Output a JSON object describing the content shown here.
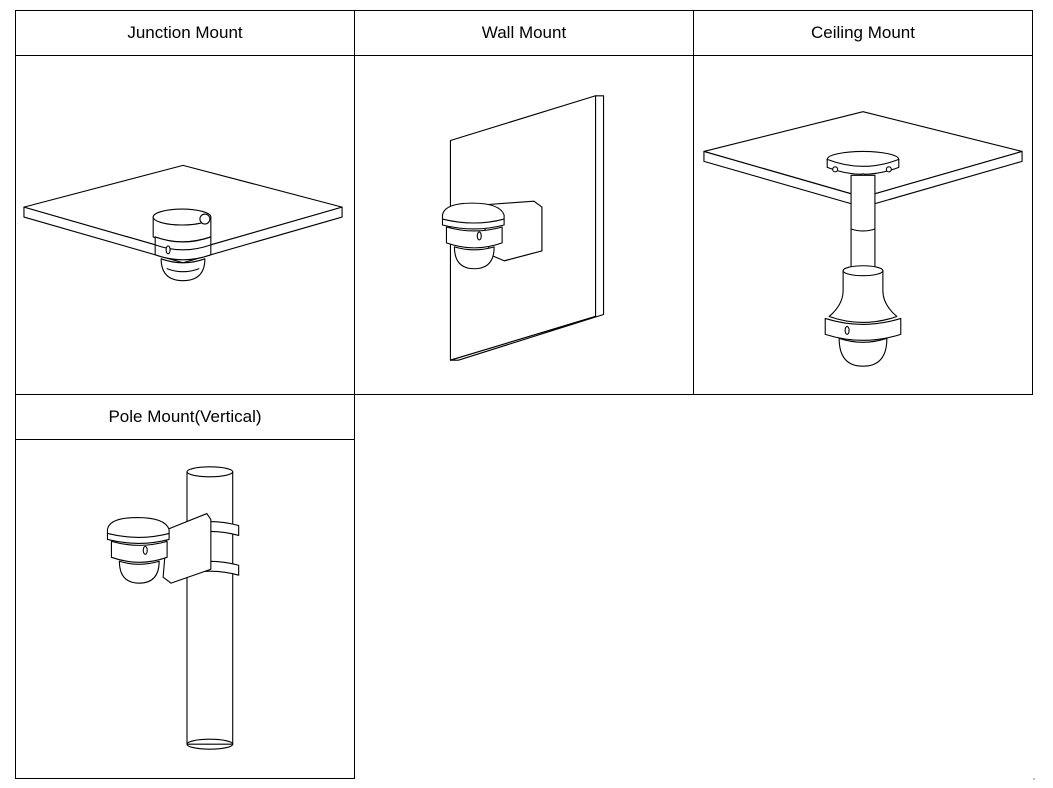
{
  "mounts": [
    {
      "id": "junction",
      "title": "Junction Mount"
    },
    {
      "id": "wall",
      "title": "Wall Mount"
    },
    {
      "id": "ceiling",
      "title": "Ceiling Mount"
    },
    {
      "id": "pole",
      "title": "Pole Mount(Vertical)"
    }
  ],
  "colors": {
    "line": "#000000",
    "background": "#ffffff"
  }
}
